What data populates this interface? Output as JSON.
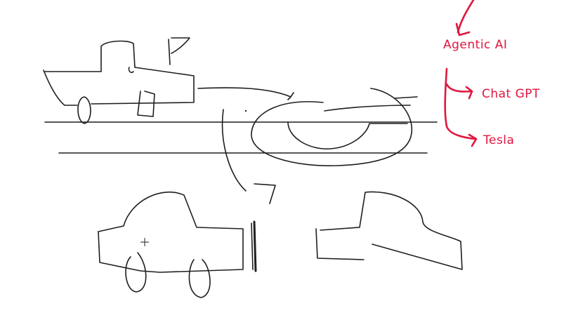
{
  "canvas": {
    "background": "#ffffff",
    "stroke_color": "#1e1e1e",
    "accent_color": "#e0163e"
  },
  "labels": {
    "agentic_ai": "Agentic AI",
    "chat_gpt": "Chat GPT",
    "tesla": "Tesla"
  },
  "cursor": {
    "icon": "crosshair-icon"
  }
}
